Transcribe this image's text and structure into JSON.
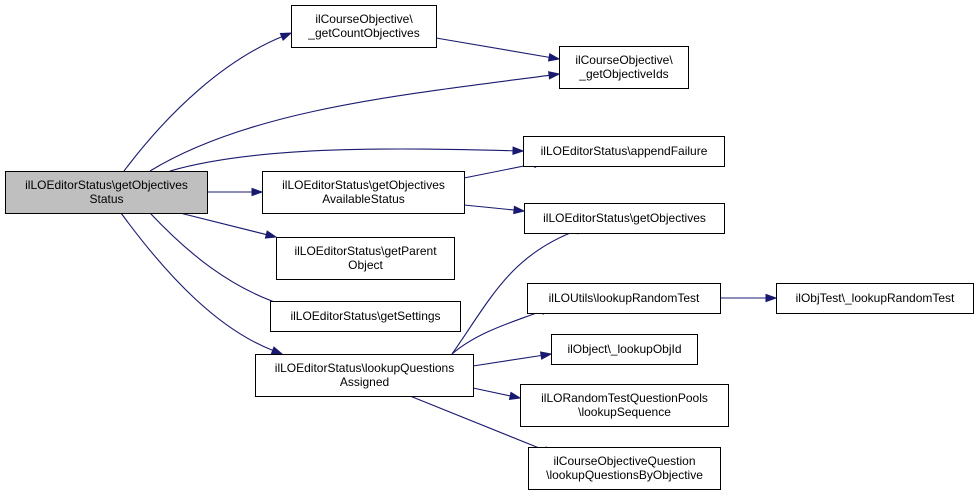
{
  "colors": {
    "edge": "#191970",
    "root_fill": "#bfbfbf",
    "node_fill": "#ffffff",
    "border": "#000000"
  },
  "nodes": [
    {
      "id": "root",
      "lines": [
        "ilLOEditorStatus\\getObjectives",
        "Status"
      ],
      "root": true
    },
    {
      "id": "count_objectives",
      "lines": [
        "ilCourseObjective\\",
        "_getCountObjectives"
      ]
    },
    {
      "id": "objective_ids",
      "lines": [
        "ilCourseObjective\\",
        "_getObjectiveIds"
      ]
    },
    {
      "id": "append_failure",
      "lines": [
        "ilLOEditorStatus\\appendFailure"
      ]
    },
    {
      "id": "available_status",
      "lines": [
        "ilLOEditorStatus\\getObjectives",
        "AvailableStatus"
      ]
    },
    {
      "id": "get_objectives",
      "lines": [
        "ilLOEditorStatus\\getObjectives"
      ]
    },
    {
      "id": "parent_object",
      "lines": [
        "ilLOEditorStatus\\getParent",
        "Object"
      ]
    },
    {
      "id": "get_settings",
      "lines": [
        "ilLOEditorStatus\\getSettings"
      ]
    },
    {
      "id": "lookup_questions",
      "lines": [
        "ilLOEditorStatus\\lookupQuestions",
        "Assigned"
      ]
    },
    {
      "id": "lookup_random_test",
      "lines": [
        "ilLOUtils\\lookupRandomTest"
      ]
    },
    {
      "id": "objtest_lookup",
      "lines": [
        "ilObjTest\\_lookupRandomTest"
      ]
    },
    {
      "id": "lookup_obj_id",
      "lines": [
        "ilObject\\_lookupObjId"
      ]
    },
    {
      "id": "lookup_sequence",
      "lines": [
        "ilLORandomTestQuestionPools",
        "\\lookupSequence"
      ]
    },
    {
      "id": "questions_by_objective",
      "lines": [
        "ilCourseObjectiveQuestion",
        "\\lookupQuestionsByObjective"
      ]
    }
  ],
  "edges": [
    {
      "from": "root",
      "to": "count_objectives"
    },
    {
      "from": "root",
      "to": "objective_ids"
    },
    {
      "from": "count_objectives",
      "to": "objective_ids"
    },
    {
      "from": "root",
      "to": "append_failure"
    },
    {
      "from": "root",
      "to": "available_status"
    },
    {
      "from": "available_status",
      "to": "append_failure"
    },
    {
      "from": "available_status",
      "to": "get_objectives"
    },
    {
      "from": "root",
      "to": "parent_object"
    },
    {
      "from": "root",
      "to": "get_settings"
    },
    {
      "from": "root",
      "to": "lookup_questions"
    },
    {
      "from": "lookup_questions",
      "to": "get_objectives"
    },
    {
      "from": "lookup_questions",
      "to": "lookup_random_test"
    },
    {
      "from": "lookup_random_test",
      "to": "objtest_lookup"
    },
    {
      "from": "lookup_questions",
      "to": "lookup_obj_id"
    },
    {
      "from": "lookup_questions",
      "to": "lookup_sequence"
    },
    {
      "from": "lookup_questions",
      "to": "questions_by_objective"
    }
  ]
}
